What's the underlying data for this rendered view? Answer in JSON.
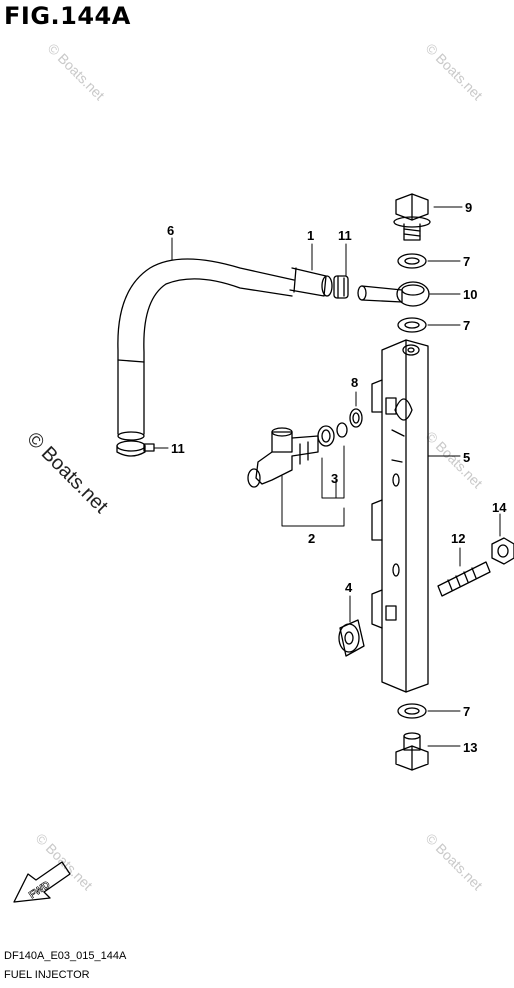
{
  "figure": {
    "title": "FIG.144A",
    "code": "DF140A_E03_015_144A",
    "caption": "FUEL INJECTOR"
  },
  "watermark": {
    "text": "© Boats.net"
  },
  "fwd_label": "FWD",
  "callouts": [
    {
      "number": "1"
    },
    {
      "number": "2"
    },
    {
      "number": "3"
    },
    {
      "number": "4"
    },
    {
      "number": "5"
    },
    {
      "number": "6"
    },
    {
      "number": "7"
    },
    {
      "number": "7"
    },
    {
      "number": "7"
    },
    {
      "number": "8"
    },
    {
      "number": "9"
    },
    {
      "number": "10"
    },
    {
      "number": "11"
    },
    {
      "number": "11"
    },
    {
      "number": "12"
    },
    {
      "number": "13"
    },
    {
      "number": "14"
    }
  ]
}
